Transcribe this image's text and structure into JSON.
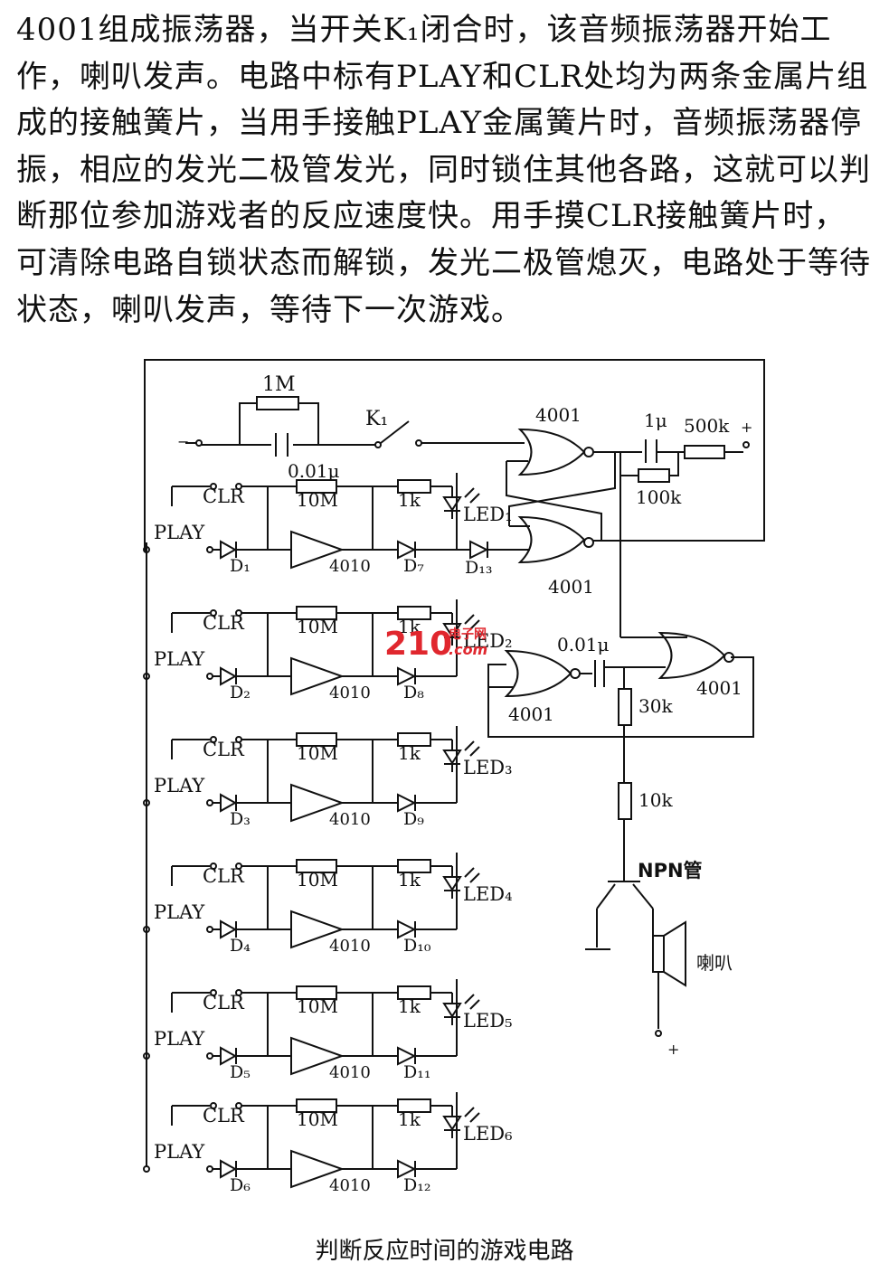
{
  "paragraph": "4001组成振荡器，当开关K₁闭合时，该音频振荡器开始工作，喇叭发声。电路中标有PLAY和CLR处均为两条金属片组成的接触簧片，当用手接触PLAY金属簧片时，音频振荡器停振，相应的发光二极管发光，同时锁住其他各路，这就可以判断那位参加游戏者的反应速度快。用手摸CLR接触簧片时，可清除电路自锁状态而解锁，发光二极管熄灭，电路处于等待状态，喇叭发声，等待下一次游戏。",
  "caption": "判断反应时间的游戏电路",
  "watermark": {
    "number": "210",
    "site": "电子网",
    "domain": ".com",
    "color": "#e0272e"
  },
  "osc": {
    "r_feedback": "1M",
    "c_timing": "0.01μ",
    "switch": "K₁",
    "gate_top": "4001",
    "gate_bottom": "4001",
    "c_out": "1μ",
    "r_out": "500k",
    "r_bias": "100k",
    "plus": "+",
    "minus": "−"
  },
  "driver": {
    "gate_left": "4001",
    "gate_right": "4001",
    "cap": "0.01μ",
    "r1": "30k",
    "r2": "10k",
    "transistor": "NPN管",
    "speaker": "喇叭",
    "plus": "+"
  },
  "channels": [
    {
      "clr": "CLR",
      "play": "PLAY",
      "resistor": "10M",
      "led_r": "1k",
      "buffer": "4010",
      "d_in": "D₁",
      "d_out": "D₇",
      "led": "LED₁",
      "extra_diode": "D₁₃"
    },
    {
      "clr": "CLR",
      "play": "PLAY",
      "resistor": "10M",
      "led_r": "1k",
      "buffer": "4010",
      "d_in": "D₂",
      "d_out": "D₈",
      "led": "LED₂"
    },
    {
      "clr": "CLR",
      "play": "PLAY",
      "resistor": "10M",
      "led_r": "1k",
      "buffer": "4010",
      "d_in": "D₃",
      "d_out": "D₉",
      "led": "LED₃"
    },
    {
      "clr": "CLR",
      "play": "PLAY",
      "resistor": "10M",
      "led_r": "1k",
      "buffer": "4010",
      "d_in": "D₄",
      "d_out": "D₁₀",
      "led": "LED₄"
    },
    {
      "clr": "CLR",
      "play": "PLAY",
      "resistor": "10M",
      "led_r": "1k",
      "buffer": "4010",
      "d_in": "D₅",
      "d_out": "D₁₁",
      "led": "LED₅"
    },
    {
      "clr": "CLR",
      "play": "PLAY",
      "resistor": "10M",
      "led_r": "1k",
      "buffer": "4010",
      "d_in": "D₆",
      "d_out": "D₁₂",
      "led": "LED₆"
    }
  ]
}
